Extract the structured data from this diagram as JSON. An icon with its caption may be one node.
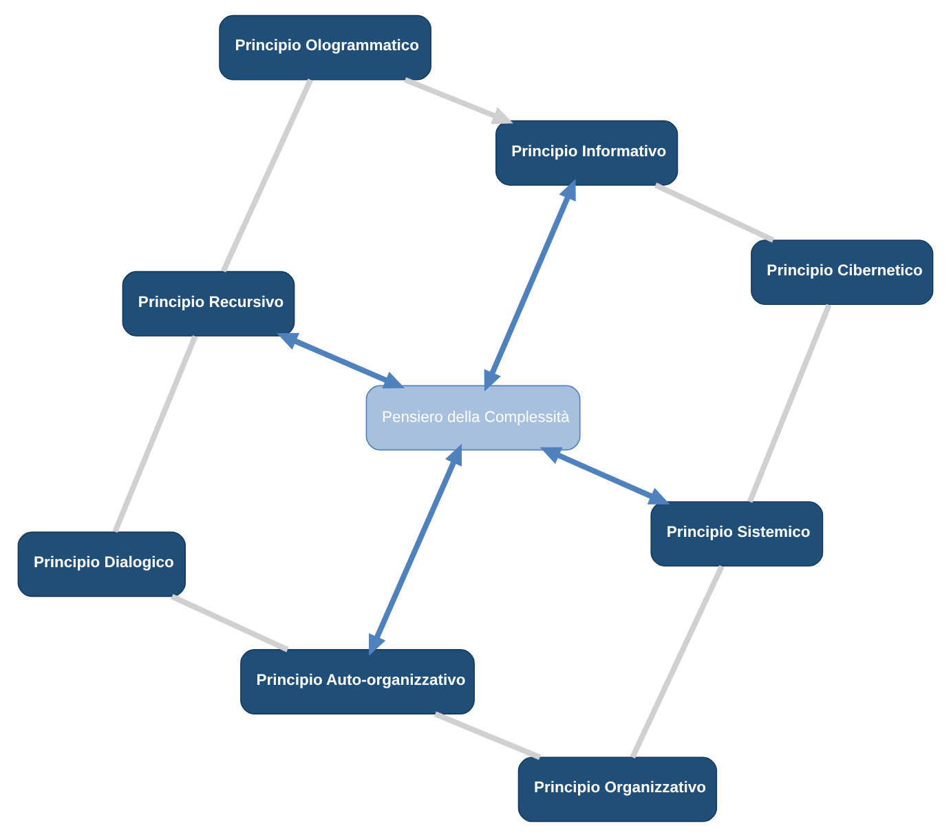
{
  "diagram": {
    "nodes": [
      {
        "text": [
          "Principio Informativo"
        ]
      },
      {
        "text": [
          "Principio Ologrammatico"
        ]
      },
      {
        "text": [
          "Principio Cibernetico"
        ]
      },
      {
        "text": [
          "Principio Recursivo"
        ]
      },
      {
        "text": [
          "Pensiero della Complessità"
        ]
      },
      {
        "text": [
          "Principio Sistemico"
        ]
      },
      {
        "text": [
          "Principio Dialogico"
        ]
      },
      {
        "text": [
          "Principio Organizzativo"
        ]
      },
      {
        "text": [
          "Principio Auto-organizzativo"
        ]
      }
    ],
    "edges": [
      {
        "from": 4,
        "to": 0,
        "arrow": "both",
        "color": "#4f81bd"
      },
      {
        "from": 4,
        "to": 3,
        "arrow": "both",
        "color": "#4f81bd"
      },
      {
        "from": 4,
        "to": 5,
        "arrow": "both",
        "color": "#4f81bd"
      },
      {
        "from": 4,
        "to": 8,
        "arrow": "both",
        "color": "#4f81bd"
      },
      {
        "from": 0,
        "to": 2,
        "arrow": "none"
      },
      {
        "from": 2,
        "to": 5,
        "arrow": "none"
      },
      {
        "from": 5,
        "to": 7,
        "arrow": "none"
      },
      {
        "from": 7,
        "to": 8,
        "arrow": "none"
      },
      {
        "from": 8,
        "to": 6,
        "arrow": "none"
      },
      {
        "from": 6,
        "to": 3,
        "arrow": "none"
      },
      {
        "from": 3,
        "to": 1,
        "arrow": "none"
      },
      {
        "from": 1,
        "to": 0,
        "arrow": "to"
      }
    ]
  }
}
